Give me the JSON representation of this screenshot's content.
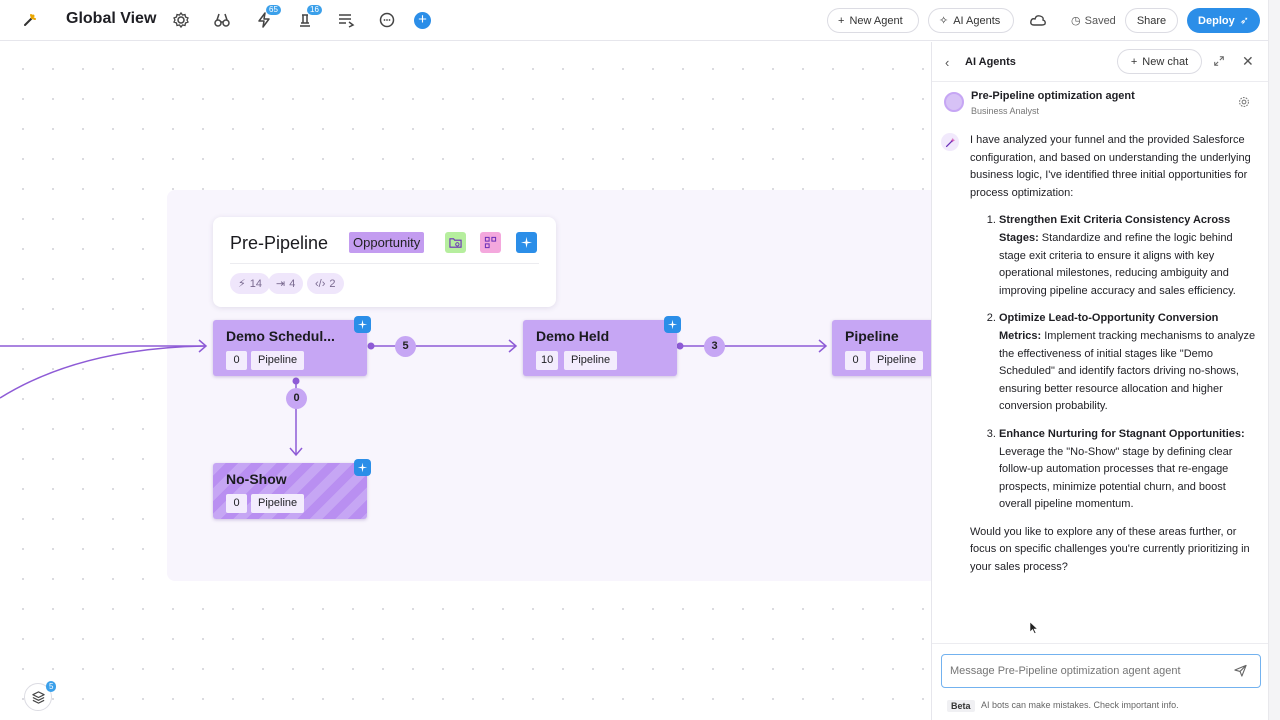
{
  "topbar": {
    "title": "Global View",
    "badges": {
      "automations": "65",
      "stages": "16"
    },
    "new_agent_label": "New Agent",
    "ai_agents_label": "AI Agents",
    "saved_label": "Saved",
    "share_label": "Share",
    "deploy_label": "Deploy"
  },
  "canvas": {
    "group": {
      "title": "Pre-Pipeline",
      "tag": "Opportunity",
      "chips": [
        {
          "icon": "bolt-icon",
          "value": "14"
        },
        {
          "icon": "arrow-in-icon",
          "value": "4"
        },
        {
          "icon": "code-icon",
          "value": "2"
        }
      ]
    },
    "nodes": [
      {
        "title": "Demo Schedul...",
        "count": "0",
        "label": "Pipeline"
      },
      {
        "title": "Demo Held",
        "count": "10",
        "label": "Pipeline"
      },
      {
        "title": "Pipeline",
        "count": "0",
        "label": "Pipeline"
      },
      {
        "title": "No-Show",
        "count": "0",
        "label": "Pipeline"
      }
    ],
    "edges": [
      {
        "count": "5"
      },
      {
        "count": "3"
      },
      {
        "count": "0"
      }
    ],
    "layers_badge": "5"
  },
  "panel": {
    "title": "AI Agents",
    "new_chat_label": "New chat",
    "agent": {
      "name": "Pre-Pipeline optimization agent",
      "role": "Business Analyst"
    },
    "message": {
      "intro": "I have analyzed your funnel and the provided Salesforce configuration, and based on understanding the underlying business logic, I've identified three initial opportunities for process optimization:",
      "items": [
        {
          "heading": "Strengthen Exit Criteria Consistency Across Stages:",
          "body": " Standardize and refine the logic behind stage exit criteria to ensure it aligns with key operational milestones, reducing ambiguity and improving pipeline accuracy and sales efficiency."
        },
        {
          "heading": "Optimize Lead-to-Opportunity Conversion Metrics:",
          "body": " Implement tracking mechanisms to analyze the effectiveness of initial stages like \"Demo Scheduled\" and identify factors driving no-shows, ensuring better resource allocation and higher conversion probability."
        },
        {
          "heading": "Enhance Nurturing for Stagnant Opportunities:",
          "body": " Leverage the \"No-Show\" stage by defining clear follow-up automation processes that re-engage prospects, minimize potential churn, and boost overall pipeline momentum."
        }
      ],
      "outro": "Would you like to explore any of these areas further, or focus on specific challenges you're currently prioritizing in your sales process?"
    },
    "input_placeholder": "Message Pre-Pipeline optimization agent agent",
    "beta_label": "Beta",
    "disclaimer": "AI bots can make mistakes. Check important info."
  },
  "colors": {
    "accent": "#2b8ee8",
    "node_fill": "#c6a6f4",
    "edge": "#8e5bd6",
    "group_bg": "#f8f5fd"
  }
}
